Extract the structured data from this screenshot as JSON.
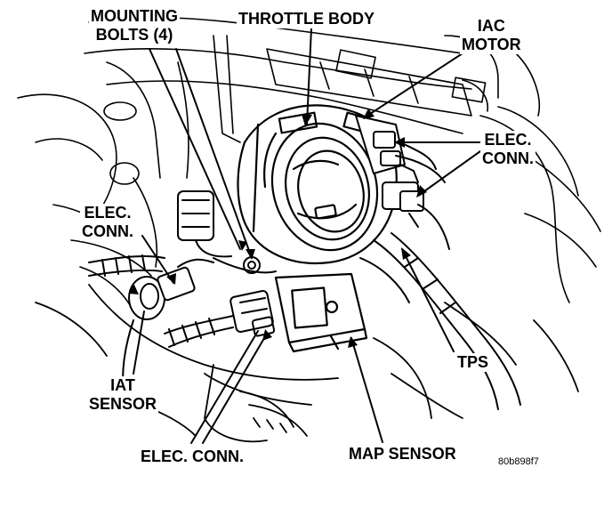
{
  "labels": {
    "mounting_bolts": [
      "MOUNTING",
      "BOLTS (4)"
    ],
    "throttle_body": "THROTTLE BODY",
    "iac_motor": [
      "IAC",
      "MOTOR"
    ],
    "elec_conn_right": [
      "ELEC.",
      "CONN."
    ],
    "elec_conn_left": [
      "ELEC.",
      "CONN."
    ],
    "iat_sensor": [
      "IAT",
      "SENSOR"
    ],
    "tps": "TPS",
    "elec_conn_bottom": "ELEC. CONN.",
    "map_sensor": "MAP SENSOR"
  },
  "figure_code": "80b898f7"
}
